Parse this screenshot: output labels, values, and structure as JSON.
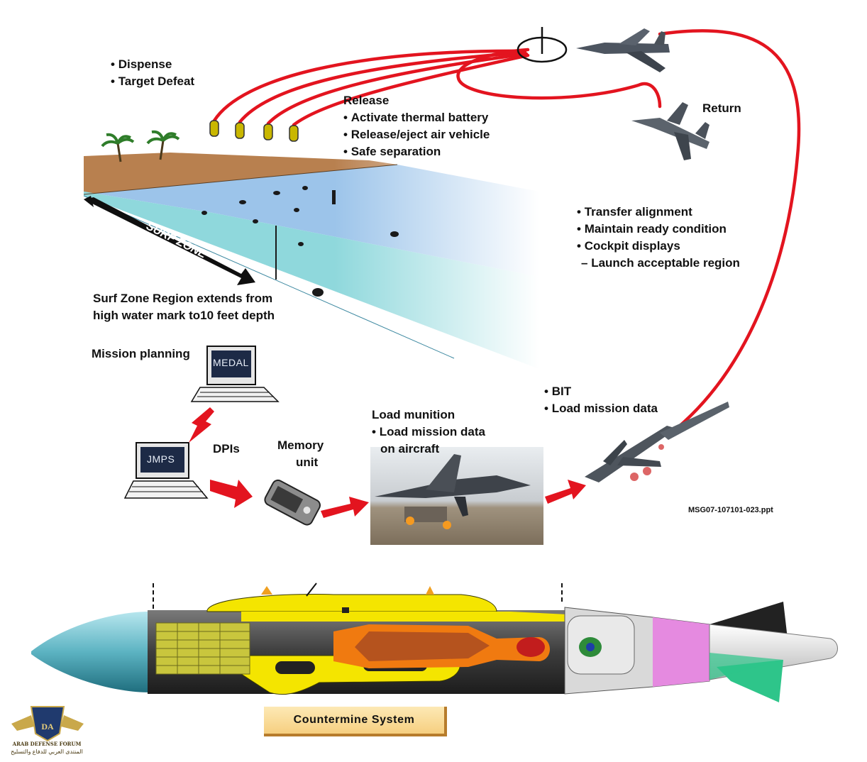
{
  "labels": {
    "dispense": [
      "Dispense",
      "Target Defeat"
    ],
    "release": {
      "title": "Release",
      "items": [
        "Activate thermal battery",
        "Release/eject air vehicle",
        "Safe separation"
      ]
    },
    "return": "Return",
    "alignment": {
      "items": [
        "Transfer alignment",
        "Maintain ready condition",
        "Cockpit displays"
      ],
      "subitem": "Launch acceptable region"
    },
    "surf_zone_caption": [
      "Surf Zone Region extends from",
      "high water mark to10 feet depth"
    ],
    "surf_zone_arrow": "SURF ZONE",
    "mission_planning": "Mission planning",
    "medal": "MEDAL",
    "jmps": "JMPS",
    "dpis": "DPIs",
    "memory_unit": [
      "Memory",
      "unit"
    ],
    "load_munition": {
      "title": "Load munition",
      "items": [
        "Load mission data",
        "on aircraft"
      ]
    },
    "bit": [
      "BIT",
      "Load mission data"
    ],
    "reference": "MSG07-107101-023.ppt",
    "system_label": "Countermine System"
  },
  "watermark": {
    "logo_letters": "DA",
    "name_en": "ARAB DEFENSE FORUM",
    "name_ar": "المنتدى العربي للدفاع والتسليح"
  },
  "colors": {
    "flight_path": "#e3141f",
    "arrow": "#e3141f",
    "sand": "#b8804f",
    "water_shallow": "#8fd8dc",
    "water_deep": "#9cc4ea",
    "fuselage": "#4a4a4a",
    "yellow_section": "#f4e500",
    "orange_charge": "#f07a10",
    "nose": "#6fbac8",
    "tail_green": "#2ec58a",
    "label_box": "#f9dc9a"
  },
  "icons": [
    "bomblet-icon",
    "palm-tree-icon",
    "bomber-aircraft-icon",
    "computer-terminal-icon",
    "memory-unit-icon",
    "red-arrow-icon",
    "target-reticle-icon"
  ]
}
